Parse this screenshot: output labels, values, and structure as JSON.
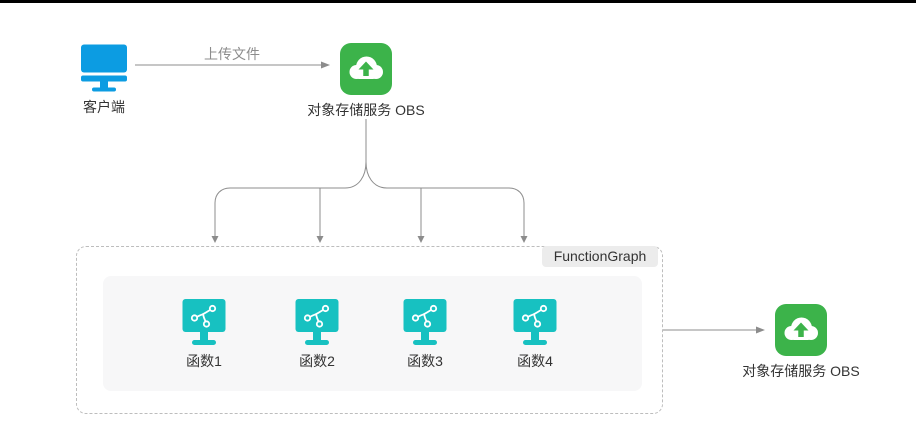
{
  "diagram": {
    "upload_edge_label": "上传文件",
    "client": {
      "label": "客户端"
    },
    "obs_source": {
      "label": "对象存储服务 OBS"
    },
    "obs_target": {
      "label": "对象存储服务 OBS"
    },
    "function_group": {
      "label": "FunctionGraph",
      "functions": [
        {
          "label": "函数1"
        },
        {
          "label": "函数2"
        },
        {
          "label": "函数3"
        },
        {
          "label": "函数4"
        }
      ]
    },
    "icons": {
      "client": "monitor-icon",
      "obs": "cloud-upload-icon",
      "function": "branch-monitor-icon"
    },
    "colors": {
      "client_icon": "#0c9ce2",
      "obs_icon": "#3cb34a",
      "function_icon": "#17c1c1",
      "connector": "#8c8c8c",
      "group_border": "#bdbdbd",
      "group_label_bg": "#ececec",
      "panel_bg": "#f7f7f8",
      "node_label_text": "#333333",
      "edge_label_text": "#8c8c8c",
      "top_line": "#000000"
    }
  }
}
